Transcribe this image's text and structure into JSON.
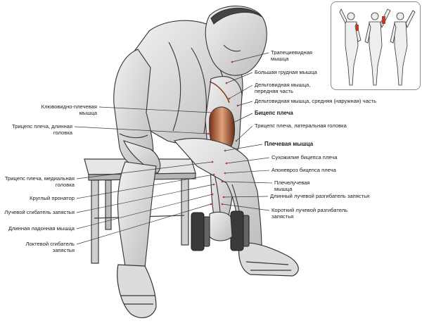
{
  "diagram": {
    "accent_color": "#c0392b",
    "muscle_color": "#d9a07a",
    "line_color": "#3a3a3a",
    "labels_right": [
      {
        "id": "trap",
        "lines": [
          "Трапециевидная",
          "мышца"
        ],
        "bold": false
      },
      {
        "id": "pec",
        "lines": [
          "Большая грудная мышца"
        ],
        "bold": false
      },
      {
        "id": "delt-ant",
        "lines": [
          "Дельтовидная мышца,",
          "передняя часть"
        ],
        "bold": false
      },
      {
        "id": "delt-mid",
        "lines": [
          "Дельтовидная мышца, средняя (наружная) часть"
        ],
        "bold": false
      },
      {
        "id": "biceps",
        "lines": [
          "Бицепс плеча"
        ],
        "bold": true
      },
      {
        "id": "triceps-lat",
        "lines": [
          "Трицепс плеча, латеральная головка"
        ],
        "bold": false
      },
      {
        "id": "brachialis",
        "lines": [
          "Плечевая мышца"
        ],
        "bold": true
      },
      {
        "id": "biceps-tendon",
        "lines": [
          "Сухожилие бицепса плеча"
        ],
        "bold": false
      },
      {
        "id": "aponeurosis",
        "lines": [
          "Апоневроз бицепса плеча"
        ],
        "bold": false
      },
      {
        "id": "brachioradialis",
        "lines": [
          "Плечелучевая",
          "мышца"
        ],
        "bold": false
      },
      {
        "id": "ecrl",
        "lines": [
          "Длинный лучевой разгибатель запястья"
        ],
        "bold": false
      },
      {
        "id": "ecrb",
        "lines": [
          "Короткий лучевой разгибатель",
          "запястья"
        ],
        "bold": false
      }
    ],
    "labels_left": [
      {
        "id": "coracobrachialis",
        "lines": [
          "Клювовидно-плечевая",
          "мышца"
        ]
      },
      {
        "id": "triceps-long",
        "lines": [
          "Трицепс плеча, длинная",
          "головка"
        ]
      },
      {
        "id": "triceps-med",
        "lines": [
          "Трицепс плеча, медиальная",
          "головка"
        ]
      },
      {
        "id": "pronator",
        "lines": [
          "Круглый пронатор"
        ]
      },
      {
        "id": "fcr",
        "lines": [
          "Лучевой сгибатель запястья"
        ]
      },
      {
        "id": "palmaris",
        "lines": [
          "Длинная ладонная мышца"
        ]
      },
      {
        "id": "fcu",
        "lines": [
          "Локтевой сгибатель",
          "запястья"
        ]
      }
    ]
  }
}
